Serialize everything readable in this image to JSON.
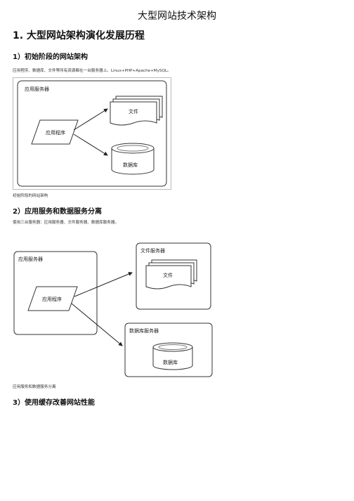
{
  "doc": {
    "title": "大型网站技术架构",
    "section1": "1. 大型网站架构演化发展历程"
  },
  "sec1": {
    "heading": "1）初始阶段的网站架构",
    "body": "应用程序、数据库、文件等所有资源都在一台服务器上。Linux+PHP+Apache+MySQL。",
    "caption": "初始阶段的网站架构",
    "diagram": {
      "server": "应用服务器",
      "app": "应用程序",
      "file": "文件",
      "db": "数据库"
    }
  },
  "sec2": {
    "heading": "2）应用服务和数据服务分离",
    "body": "使用三台服务器：应用服务器、文件服务器、数据库服务器。",
    "caption": "应用服务和数据服务分离",
    "diagram": {
      "app_server": "应用服务器",
      "app": "应用程序",
      "file_server": "文件服务器",
      "file": "文件",
      "db_server": "数据库服务器",
      "db": "数据库"
    }
  },
  "sec3": {
    "heading": "3）使用缓存改善网站性能"
  }
}
